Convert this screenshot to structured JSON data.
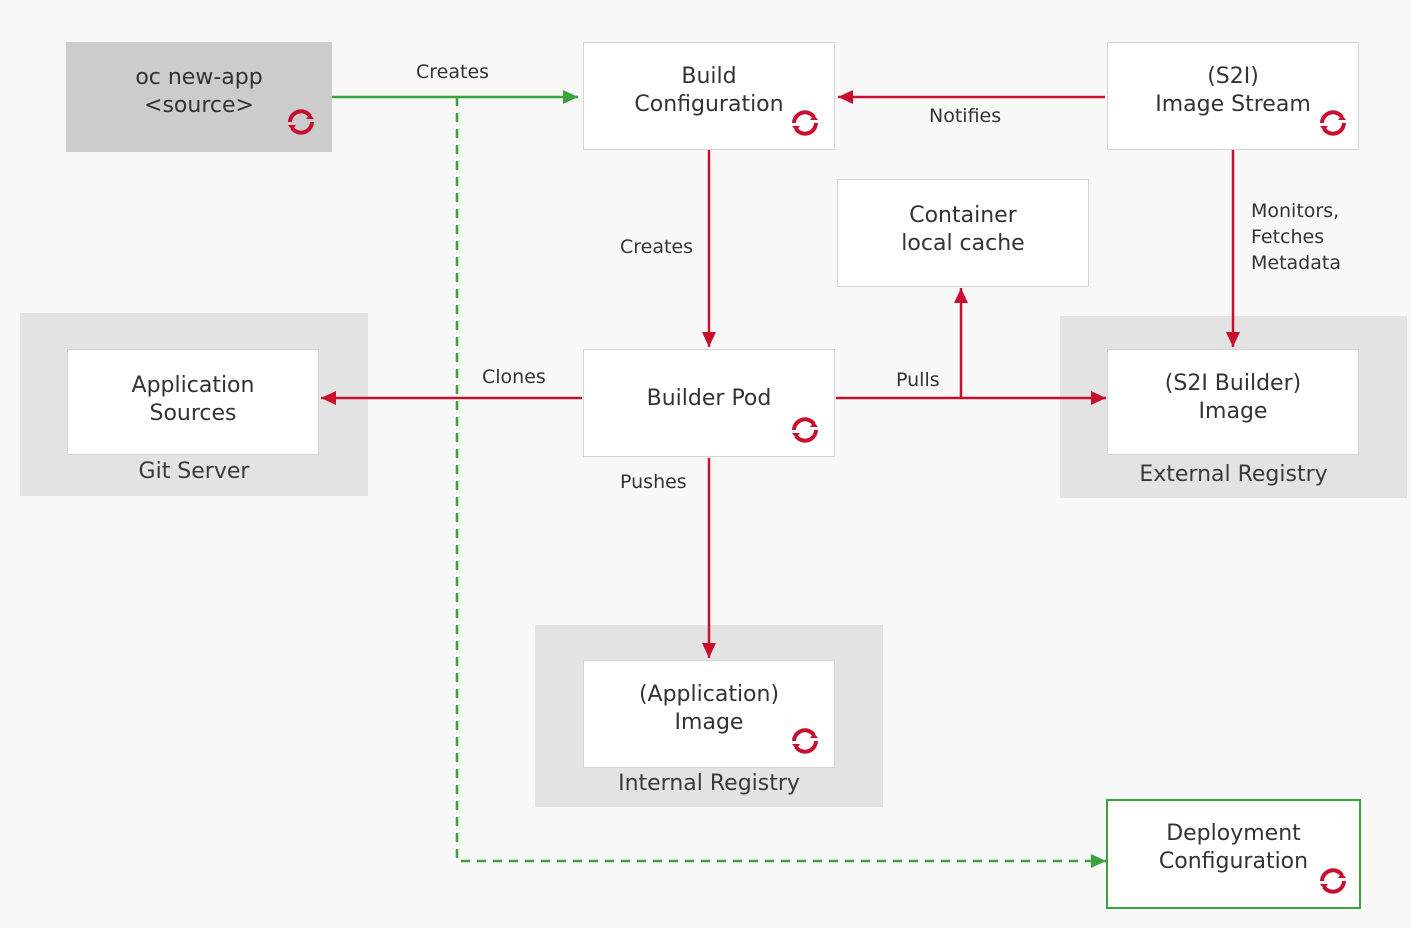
{
  "colors": {
    "arrow_red": "#c8102e",
    "arrow_green": "#3aa23a",
    "container_bg": "#e3e3e3",
    "source_box_bg": "#cccccc",
    "node_bg": "#ffffff"
  },
  "icon": "openshift-icon",
  "nodes": {
    "oc_new_app": {
      "line1": "oc new-app",
      "line2": "<source>"
    },
    "build_config": {
      "line1": "Build",
      "line2": "Configuration"
    },
    "image_stream": {
      "line1": "(S2I)",
      "line2": "Image Stream"
    },
    "local_cache": {
      "line1": "Container",
      "line2": "local cache"
    },
    "app_sources": {
      "line1": "Application",
      "line2": "Sources"
    },
    "builder_pod": {
      "line1": "Builder Pod"
    },
    "builder_image": {
      "line1": "(S2I Builder)",
      "line2": "Image"
    },
    "app_image": {
      "line1": "(Application)",
      "line2": "Image"
    },
    "deploy_config": {
      "line1": "Deployment",
      "line2": "Configuration"
    }
  },
  "containers": {
    "git_server": "Git Server",
    "external_registry": "External Registry",
    "internal_registry": "Internal Registry"
  },
  "edges": {
    "creates_build_config": "Creates",
    "notifies": "Notifies",
    "creates_builder_pod": "Creates",
    "monitors_line1": "Monitors,",
    "monitors_line2": "Fetches",
    "monitors_line3": "Metadata",
    "clones": "Clones",
    "pulls": "Pulls",
    "pushes": "Pushes"
  }
}
